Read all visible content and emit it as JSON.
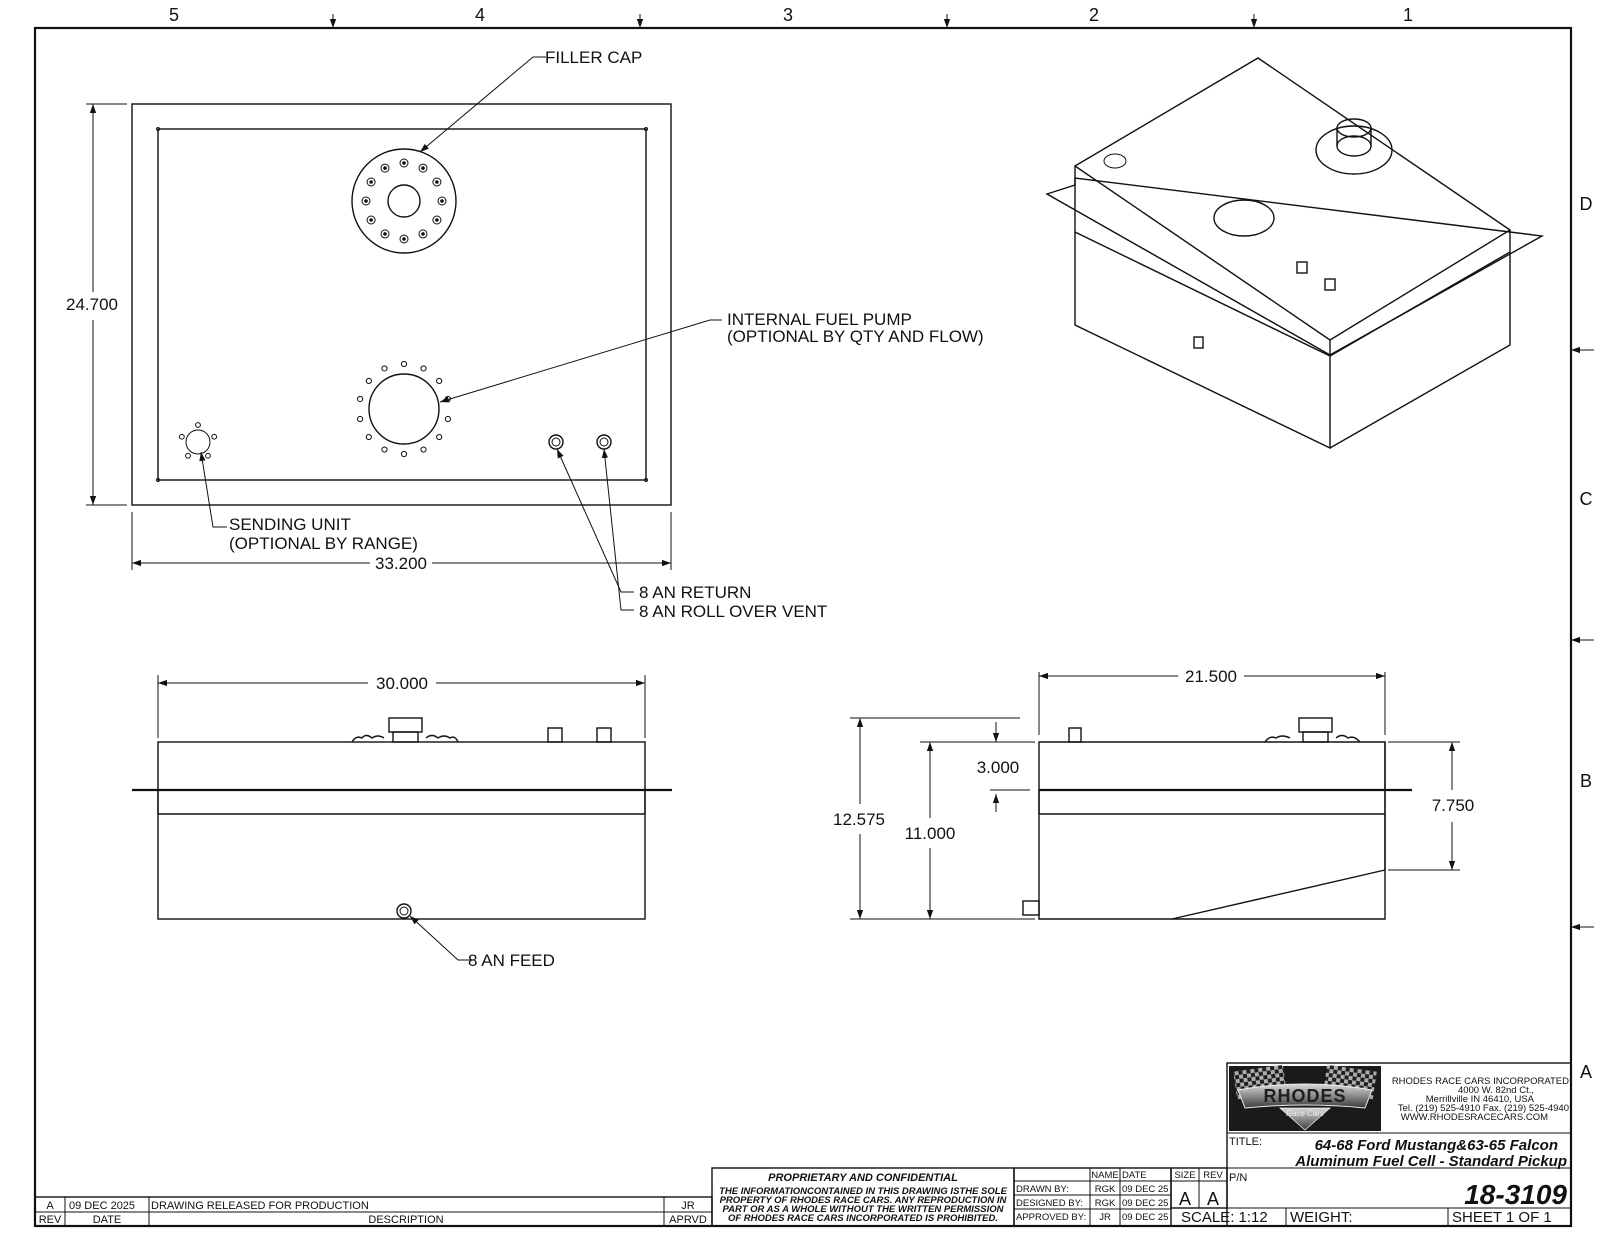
{
  "zones": {
    "columns": [
      "5",
      "4",
      "3",
      "2",
      "1"
    ],
    "rows": [
      "D",
      "C",
      "B",
      "A"
    ]
  },
  "top_view": {
    "labels": {
      "filler_cap": "FILLER CAP",
      "pump_line1": "INTERNAL FUEL PUMP",
      "pump_line2": "(OPTIONAL BY QTY AND FLOW)",
      "sending_line1": "SENDING UNIT",
      "sending_line2": "(OPTIONAL BY RANGE)",
      "return": "8 AN RETURN",
      "vent": "8 AN ROLL OVER VENT"
    },
    "dimensions": {
      "height": "24.700",
      "width": "33.200"
    }
  },
  "front_view": {
    "dimensions": {
      "width": "30.000"
    },
    "labels": {
      "feed": "8 AN FEED"
    }
  },
  "side_view": {
    "dimensions": {
      "width": "21.500",
      "overall_height": "12.575",
      "body_height": "11.000",
      "flange_offset": "3.000",
      "front_height": "7.750"
    }
  },
  "revision_block": {
    "rev": "A",
    "date": "09 DEC 2025",
    "description": "DRAWING RELEASED FOR PRODUCTION",
    "approved": "JR",
    "headers": {
      "rev": "REV",
      "date": "DATE",
      "description": "DESCRIPTION",
      "approved": "APRVD"
    }
  },
  "proprietary": {
    "title": "PROPRIETARY AND CONFIDENTIAL",
    "line1": "THE INFORMATIONCONTAINED IN THIS DRAWING ISTHE SOLE",
    "line2": "PROPERTY OF RHODES RACE CARS. ANY REPRODUCTION IN",
    "line3": "PART OR AS A WHOLE WITHOUT THE WRITTEN PERMISSION",
    "line4": "OF RHODES RACE CARS INCORPORATED IS PROHIBITED."
  },
  "signoff": {
    "headers": {
      "name": "NAME",
      "date": "DATE"
    },
    "rows": [
      {
        "role": "DRAWN BY:",
        "name": "RGK",
        "date": "09 DEC 25"
      },
      {
        "role": "DESIGNED BY:",
        "name": "RGK",
        "date": "09 DEC 25"
      },
      {
        "role": "APPROVED BY:",
        "name": "JR",
        "date": "09 DEC 25"
      }
    ]
  },
  "title_block": {
    "logo_text": "RHODES",
    "logo_script": "Race Cars",
    "company": "RHODES RACE CARS INCORPORATED",
    "address1": "4000 W. 82nd Ct.,",
    "address2": "Merrillville IN 46410, USA",
    "phone": "Tel. (219) 525-4910 Fax. (219) 525-4940",
    "website": "WWW.RHODESRACECARS.COM",
    "title_label": "TITLE:",
    "title_line1": "64-68 Ford Mustang&63-65 Falcon",
    "title_line2": "Aluminum Fuel Cell - Standard Pickup",
    "size_label": "SIZE",
    "size": "A",
    "rev_label": "REV",
    "rev": "A",
    "pn_label": "P/N",
    "part_number": "18-3109",
    "scale": "SCALE: 1:12",
    "weight": "WEIGHT:",
    "sheet": "SHEET 1 OF 1"
  },
  "colors": {
    "ink": "#111111",
    "paper": "#ffffff"
  }
}
